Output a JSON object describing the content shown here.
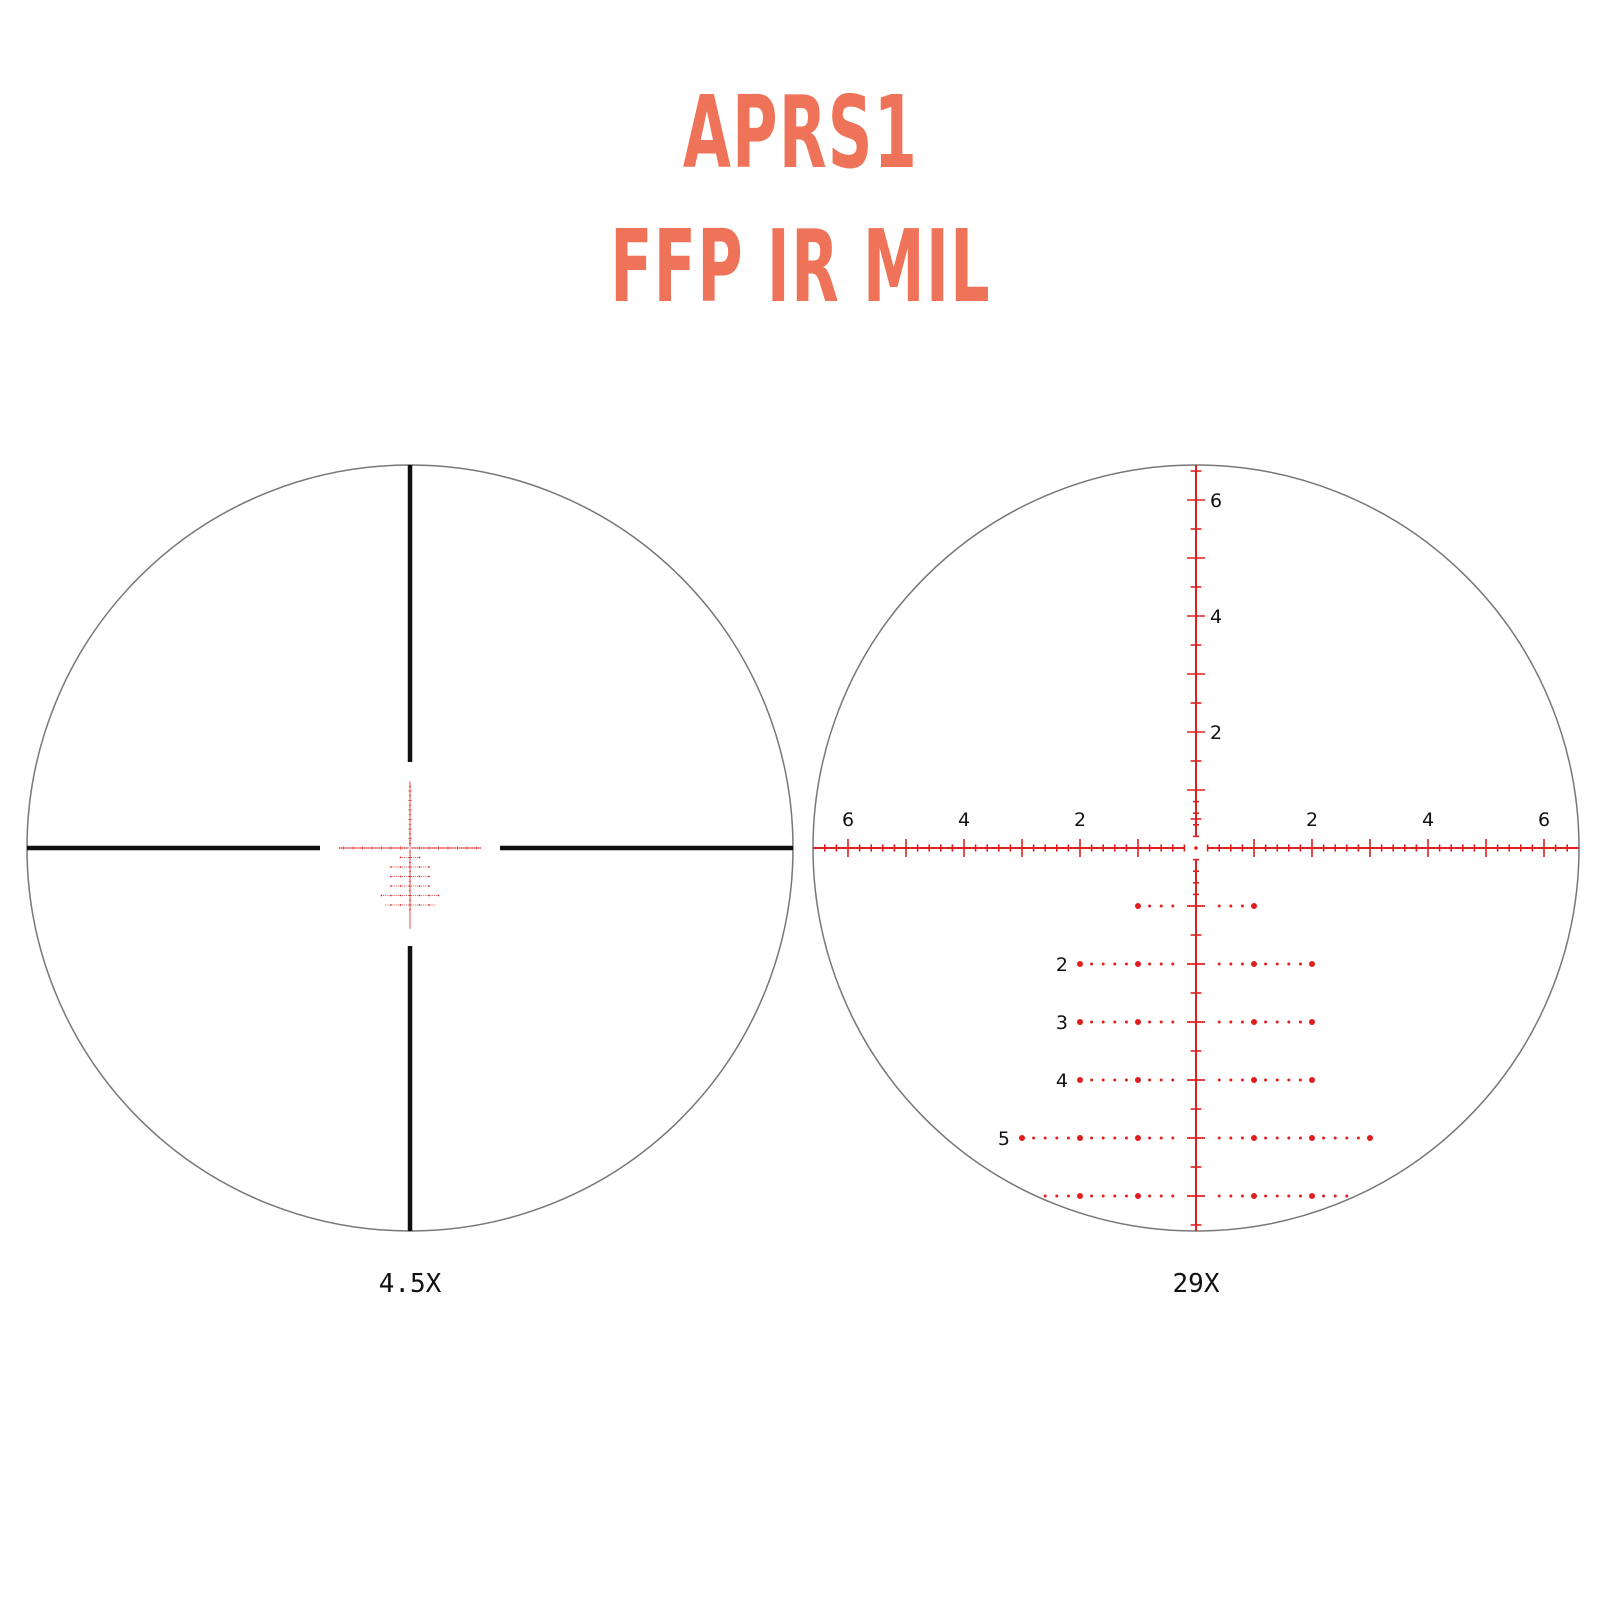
{
  "header": {
    "line1": "APRS1",
    "line2": "FFP IR MIL"
  },
  "colors": {
    "title": "#ee7359",
    "reticle_red": "#e02020",
    "reticle_black": "#111111",
    "ring": "#777777"
  },
  "views": [
    {
      "id": "low",
      "magnification_label": "4.5X"
    },
    {
      "id": "high",
      "magnification_label": "29X"
    }
  ],
  "reticle": {
    "horizontal_labels": [
      "6",
      "4",
      "2",
      "2",
      "4",
      "6"
    ],
    "vertical_labels": [
      "6",
      "4",
      "2"
    ],
    "holdover_labels": [
      "2",
      "3",
      "4",
      "5"
    ]
  }
}
